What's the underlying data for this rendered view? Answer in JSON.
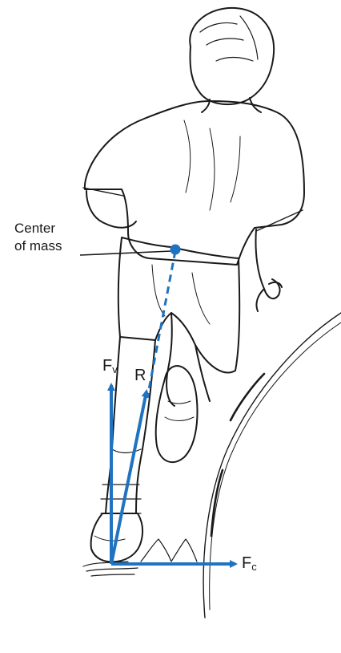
{
  "labels": {
    "center_of_mass_line1": "Center",
    "center_of_mass_line2": "of mass",
    "vertical_force_main": "F",
    "vertical_force_sub": "v",
    "resultant_force": "R",
    "centripetal_force_main": "F",
    "centripetal_force_sub": "c"
  },
  "colors": {
    "vector": "#1f73c1",
    "ink": "#1a1a1a",
    "background": "#ffffff"
  }
}
